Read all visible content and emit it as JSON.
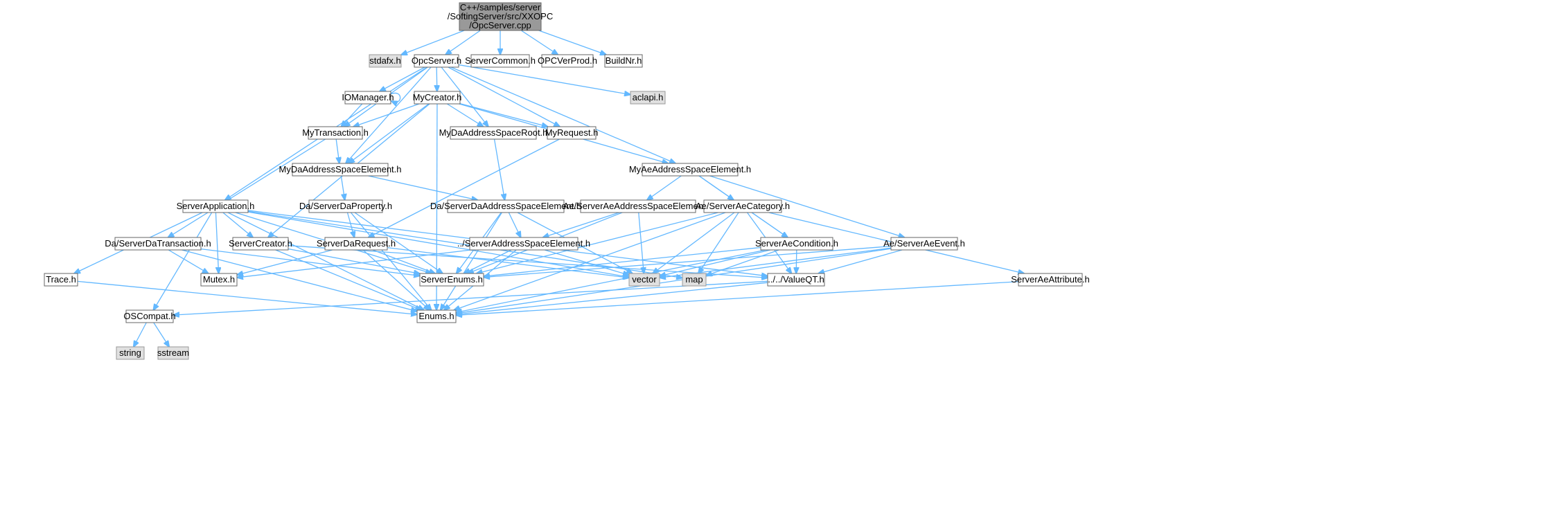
{
  "graph": {
    "edge_color": "#63b8ff",
    "node_styles": {
      "root": {
        "fill": "#999999",
        "stroke": "#666666"
      },
      "normal": {
        "fill": "#ffffff",
        "stroke": "#666666"
      },
      "system": {
        "fill": "#e0e0e0",
        "stroke": "#999999"
      }
    },
    "nodes": [
      {
        "id": "root",
        "kind": "root",
        "lines": [
          "C++/samples/server",
          "/SoftingServer/src/XXOPC",
          "/OpcServer.cpp"
        ]
      },
      {
        "id": "stdafx",
        "kind": "system",
        "lines": [
          "stdafx.h"
        ]
      },
      {
        "id": "opcserver_h",
        "kind": "normal",
        "lines": [
          "OpcServer.h"
        ]
      },
      {
        "id": "servercommon",
        "kind": "normal",
        "lines": [
          "ServerCommon.h"
        ]
      },
      {
        "id": "opcverprod",
        "kind": "normal",
        "lines": [
          "OPCVerProd.h"
        ]
      },
      {
        "id": "buildnr",
        "kind": "normal",
        "lines": [
          "BuildNr.h"
        ]
      },
      {
        "id": "iomanager",
        "kind": "normal",
        "lines": [
          "IOManager.h"
        ]
      },
      {
        "id": "mycreator",
        "kind": "normal",
        "lines": [
          "MyCreator.h"
        ]
      },
      {
        "id": "aclapi",
        "kind": "system",
        "lines": [
          "aclapi.h"
        ]
      },
      {
        "id": "mytransaction",
        "kind": "normal",
        "lines": [
          "MyTransaction.h"
        ]
      },
      {
        "id": "mydaroot",
        "kind": "normal",
        "lines": [
          "MyDaAddressSpaceRoot.h"
        ]
      },
      {
        "id": "myrequest",
        "kind": "normal",
        "lines": [
          "MyRequest.h"
        ]
      },
      {
        "id": "mydaelement",
        "kind": "normal",
        "lines": [
          "MyDaAddressSpaceElement.h"
        ]
      },
      {
        "id": "myaeelement",
        "kind": "normal",
        "lines": [
          "MyAeAddressSpaceElement.h"
        ]
      },
      {
        "id": "serverapp",
        "kind": "normal",
        "lines": [
          "ServerApplication.h"
        ]
      },
      {
        "id": "dadaproperty",
        "kind": "normal",
        "lines": [
          "Da/ServerDaProperty.h"
        ]
      },
      {
        "id": "dadaelement",
        "kind": "normal",
        "lines": [
          "Da/ServerDaAddressSpaceElement.h"
        ]
      },
      {
        "id": "aeaeelement",
        "kind": "normal",
        "lines": [
          "Ae/ServerAeAddressSpaceElement.h"
        ]
      },
      {
        "id": "aecategory",
        "kind": "normal",
        "lines": [
          "Ae/ServerAeCategory.h"
        ]
      },
      {
        "id": "datransaction",
        "kind": "normal",
        "lines": [
          "Da/ServerDaTransaction.h"
        ]
      },
      {
        "id": "servercreator",
        "kind": "normal",
        "lines": [
          "ServerCreator.h"
        ]
      },
      {
        "id": "serverdarequest",
        "kind": "normal",
        "lines": [
          "ServerDaRequest.h"
        ]
      },
      {
        "id": "serveraddrelement",
        "kind": "normal",
        "lines": [
          "../ServerAddressSpaceElement.h"
        ]
      },
      {
        "id": "aecondition",
        "kind": "normal",
        "lines": [
          "ServerAeCondition.h"
        ]
      },
      {
        "id": "aeevent",
        "kind": "normal",
        "lines": [
          "Ae/ServerAeEvent.h"
        ]
      },
      {
        "id": "trace",
        "kind": "normal",
        "lines": [
          "Trace.h"
        ]
      },
      {
        "id": "mutex",
        "kind": "normal",
        "lines": [
          "Mutex.h"
        ]
      },
      {
        "id": "serverenums",
        "kind": "normal",
        "lines": [
          "ServerEnums.h"
        ]
      },
      {
        "id": "vector",
        "kind": "system",
        "lines": [
          "vector"
        ]
      },
      {
        "id": "map",
        "kind": "system",
        "lines": [
          "map"
        ]
      },
      {
        "id": "valueqt",
        "kind": "normal",
        "lines": [
          "../../ValueQT.h"
        ]
      },
      {
        "id": "aeattribute",
        "kind": "normal",
        "lines": [
          "ServerAeAttribute.h"
        ]
      },
      {
        "id": "oscompat",
        "kind": "normal",
        "lines": [
          "OSCompat.h"
        ]
      },
      {
        "id": "enums",
        "kind": "normal",
        "lines": [
          "Enums.h"
        ]
      },
      {
        "id": "string",
        "kind": "system",
        "lines": [
          "string"
        ]
      },
      {
        "id": "sstream",
        "kind": "system",
        "lines": [
          "sstream"
        ]
      }
    ],
    "edges": [
      [
        "root",
        "stdafx"
      ],
      [
        "root",
        "opcserver_h"
      ],
      [
        "root",
        "servercommon"
      ],
      [
        "root",
        "opcverprod"
      ],
      [
        "root",
        "buildnr"
      ],
      [
        "opcserver_h",
        "iomanager"
      ],
      [
        "opcserver_h",
        "mycreator"
      ],
      [
        "opcserver_h",
        "aclapi"
      ],
      [
        "opcserver_h",
        "mytransaction"
      ],
      [
        "opcserver_h",
        "mydaroot"
      ],
      [
        "opcserver_h",
        "myrequest"
      ],
      [
        "opcserver_h",
        "mydaelement"
      ],
      [
        "opcserver_h",
        "myaeelement"
      ],
      [
        "opcserver_h",
        "serverapp"
      ],
      [
        "iomanager",
        "iomanager"
      ],
      [
        "iomanager",
        "mytransaction"
      ],
      [
        "mycreator",
        "mytransaction"
      ],
      [
        "mycreator",
        "mydaroot"
      ],
      [
        "mycreator",
        "myrequest"
      ],
      [
        "mycreator",
        "mydaelement"
      ],
      [
        "mycreator",
        "myaeelement"
      ],
      [
        "mycreator",
        "servercreator"
      ],
      [
        "mycreator",
        "enums"
      ],
      [
        "mytransaction",
        "mydaelement"
      ],
      [
        "mytransaction",
        "datransaction"
      ],
      [
        "mydaroot",
        "dadaelement"
      ],
      [
        "myrequest",
        "serverdarequest"
      ],
      [
        "mydaelement",
        "dadaproperty"
      ],
      [
        "mydaelement",
        "dadaelement"
      ],
      [
        "myaeelement",
        "aeaeelement"
      ],
      [
        "myaeelement",
        "aecategory"
      ],
      [
        "myaeelement",
        "aecondition"
      ],
      [
        "myaeelement",
        "aeevent"
      ],
      [
        "serverapp",
        "servercreator"
      ],
      [
        "serverapp",
        "trace"
      ],
      [
        "serverapp",
        "mutex"
      ],
      [
        "serverapp",
        "serverenums"
      ],
      [
        "serverapp",
        "vector"
      ],
      [
        "serverapp",
        "map"
      ],
      [
        "serverapp",
        "valueqt"
      ],
      [
        "serverapp",
        "oscompat"
      ],
      [
        "serverapp",
        "enums"
      ],
      [
        "dadaproperty",
        "serverdarequest"
      ],
      [
        "dadaproperty",
        "serverenums"
      ],
      [
        "dadaproperty",
        "enums"
      ],
      [
        "dadaelement",
        "serveraddrelement"
      ],
      [
        "dadaelement",
        "serverenums"
      ],
      [
        "dadaelement",
        "vector"
      ],
      [
        "dadaelement",
        "enums"
      ],
      [
        "aeaeelement",
        "serveraddrelement"
      ],
      [
        "aeaeelement",
        "serverenums"
      ],
      [
        "aeaeelement",
        "vector"
      ],
      [
        "aecategory",
        "aecondition"
      ],
      [
        "aecategory",
        "aeattribute"
      ],
      [
        "aecategory",
        "serverenums"
      ],
      [
        "aecategory",
        "vector"
      ],
      [
        "aecategory",
        "map"
      ],
      [
        "aecategory",
        "valueqt"
      ],
      [
        "aecategory",
        "enums"
      ],
      [
        "datransaction",
        "mutex"
      ],
      [
        "datransaction",
        "serverenums"
      ],
      [
        "datransaction",
        "enums"
      ],
      [
        "servercreator",
        "serverenums"
      ],
      [
        "servercreator",
        "enums"
      ],
      [
        "servercreator",
        "valueqt"
      ],
      [
        "serverdarequest",
        "mutex"
      ],
      [
        "serverdarequest",
        "serverenums"
      ],
      [
        "serverdarequest",
        "enums"
      ],
      [
        "serverdarequest",
        "vector"
      ],
      [
        "serveraddrelement",
        "serverenums"
      ],
      [
        "serveraddrelement",
        "mutex"
      ],
      [
        "serveraddrelement",
        "vector"
      ],
      [
        "serveraddrelement",
        "enums"
      ],
      [
        "aecondition",
        "serverenums"
      ],
      [
        "aecondition",
        "vector"
      ],
      [
        "aecondition",
        "map"
      ],
      [
        "aecondition",
        "valueqt"
      ],
      [
        "aecondition",
        "enums"
      ],
      [
        "aeevent",
        "serverenums"
      ],
      [
        "aeevent",
        "vector"
      ],
      [
        "aeevent",
        "valueqt"
      ],
      [
        "aeevent",
        "enums"
      ],
      [
        "trace",
        "enums"
      ],
      [
        "valueqt",
        "enums"
      ],
      [
        "valueqt",
        "oscompat"
      ],
      [
        "aeattribute",
        "enums"
      ],
      [
        "oscompat",
        "string"
      ],
      [
        "oscompat",
        "sstream"
      ]
    ]
  }
}
